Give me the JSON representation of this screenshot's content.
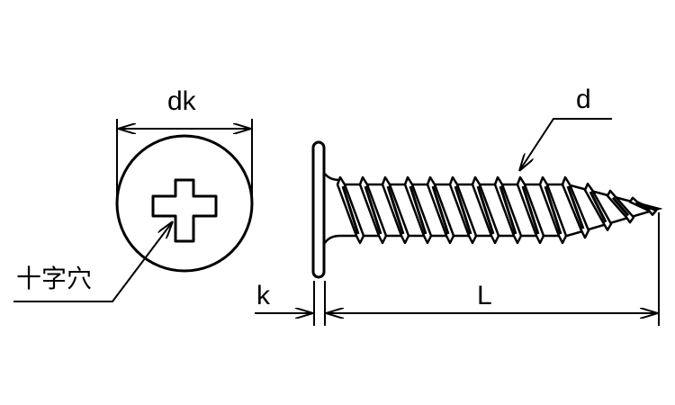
{
  "labels": {
    "head_diameter": "dk",
    "thread_diameter": "d",
    "recess": "十字穴",
    "head_height": "k",
    "length": "L"
  },
  "colors": {
    "line": "#000000",
    "background": "#ffffff"
  }
}
